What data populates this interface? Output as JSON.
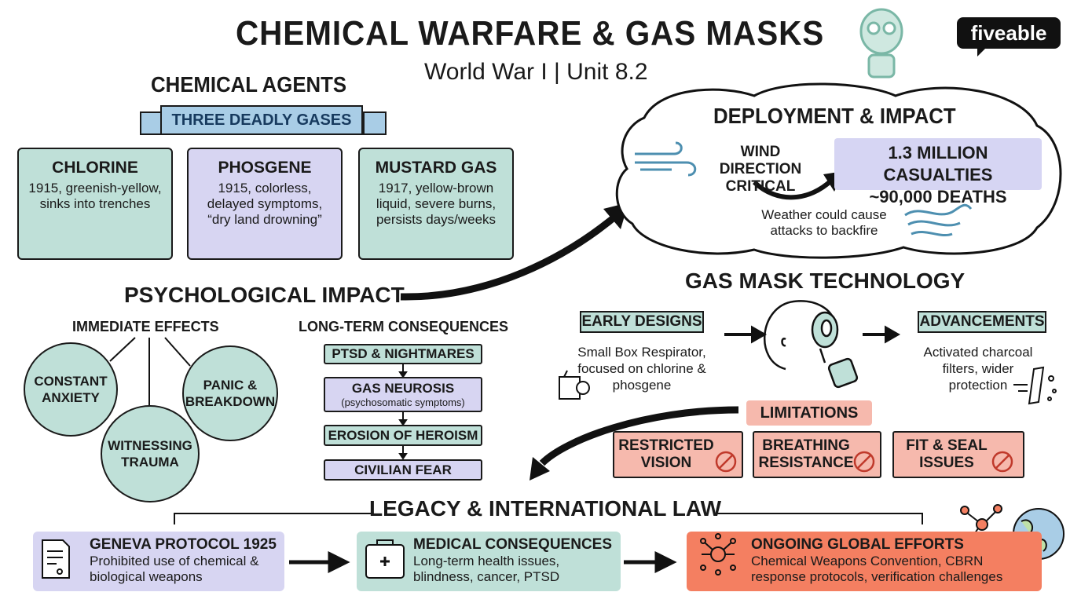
{
  "header": {
    "title": "CHEMICAL WARFARE & GAS MASKS",
    "subtitle": "World War I | Unit 8.2",
    "brand": "fiveable"
  },
  "agents": {
    "heading": "CHEMICAL AGENTS",
    "ribbon": "THREE DEADLY GASES",
    "cards": [
      {
        "name": "CHLORINE",
        "text": "1915, greenish-yellow, sinks into trenches"
      },
      {
        "name": "PHOSGENE",
        "text": "1915, colorless, delayed symptoms, “dry land drowning”"
      },
      {
        "name": "MUSTARD GAS",
        "text": "1917, yellow-brown liquid, severe burns, persists days/weeks"
      }
    ]
  },
  "deployment": {
    "heading": "DEPLOYMENT & IMPACT",
    "wind": "WIND DIRECTION CRITICAL",
    "casualties_line1": "1.3 MILLION CASUALTIES",
    "casualties_line2": "~90,000 DEATHS",
    "weather": "Weather could cause attacks to backfire"
  },
  "psychological": {
    "heading": "PSYCHOLOGICAL IMPACT",
    "immediate_heading": "IMMEDIATE EFFECTS",
    "immediate": [
      "CONSTANT ANXIETY",
      "WITNESSING TRAUMA",
      "PANIC & BREAKDOWN"
    ],
    "longterm_heading": "LONG-TERM CONSEQUENCES",
    "longterm": [
      {
        "label": "PTSD & NIGHTMARES",
        "note": ""
      },
      {
        "label": "GAS NEUROSIS",
        "note": "(psychosomatic symptoms)"
      },
      {
        "label": "EROSION OF HEROISM",
        "note": ""
      },
      {
        "label": "CIVILIAN FEAR",
        "note": ""
      }
    ]
  },
  "gasmask": {
    "heading": "GAS MASK TECHNOLOGY",
    "early_label": "EARLY DESIGNS",
    "early_text": "Small Box Respirator, focused on chlorine & phosgene",
    "adv_label": "ADVANCEMENTS",
    "adv_text": "Activated charcoal filters, wider protection",
    "limitations_label": "LIMITATIONS",
    "limitations": [
      "RESTRICTED VISION",
      "BREATHING RESISTANCE",
      "FIT & SEAL ISSUES"
    ]
  },
  "legacy": {
    "heading": "LEGACY & INTERNATIONAL LAW",
    "items": [
      {
        "title": "GENEVA PROTOCOL 1925",
        "text": "Prohibited use of chemical & biological weapons"
      },
      {
        "title": "MEDICAL CONSEQUENCES",
        "text": "Long-term health issues, blindness, cancer, PTSD"
      },
      {
        "title": "ONGOING GLOBAL EFFORTS",
        "text": "Chemical Weapons Convention, CBRN response protocols, verification challenges"
      }
    ]
  },
  "colors": {
    "green": "#bfe0d8",
    "purple": "#d7d5f2",
    "pink": "#f6b9ad",
    "orange": "#f47f61",
    "blue_ribbon": "#a9cde6"
  }
}
